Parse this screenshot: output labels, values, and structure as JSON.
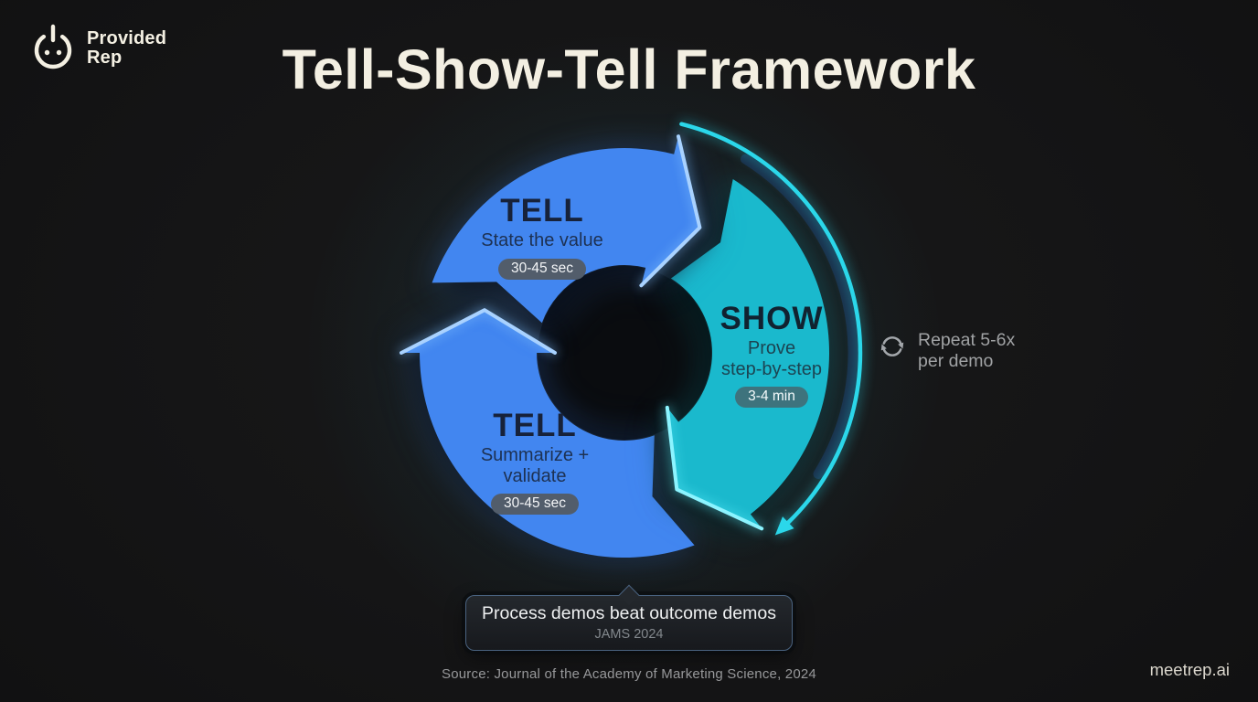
{
  "brand_logo": {
    "name_line1": "Provided",
    "name_line2": "Rep"
  },
  "title": "Tell-Show-Tell Framework",
  "cycle": {
    "segments": [
      {
        "id": "tell-1",
        "title": "TELL",
        "lines": [
          "State the value"
        ],
        "badge": "30-45 sec",
        "fill": "#4286f0",
        "text_color": "#17223a",
        "sub_color": "#1d3152",
        "badge_bg": "#525d6b",
        "badge_text_color": "#f3f5f7",
        "edge_glow": "#a9d2ff"
      },
      {
        "id": "show",
        "title": "SHOW",
        "lines": [
          "Prove",
          "step-by-step"
        ],
        "badge": "3-4 min",
        "fill": "#1ab9cd",
        "text_color": "#112230",
        "sub_color": "#1c4452",
        "badge_bg": "#3e737d",
        "badge_text_color": "#f3fafb",
        "edge_glow": "#8cf4ff"
      },
      {
        "id": "tell-2",
        "title": "TELL",
        "lines": [
          "Summarize +",
          "validate"
        ],
        "badge": "30-45 sec",
        "fill": "#4286f0",
        "text_color": "#17223a",
        "sub_color": "#1d3152",
        "badge_bg": "#525d6b",
        "badge_text_color": "#f3f5f7",
        "edge_glow": "#a9d2ff"
      }
    ],
    "repeat_note": {
      "line1": "Repeat 5-6x",
      "line2": "per demo"
    },
    "arc_color": "#2bd7ea"
  },
  "callout": {
    "text": "Process demos beat outcome demos",
    "source": "JAMS 2024"
  },
  "footer": {
    "source_line": "Source: Journal of the Academy of Marketing Science, 2024",
    "brand": "meetrep.ai"
  },
  "colors": {
    "background": "#151516",
    "title_text": "#f3efe2",
    "logo_text": "#f4f0e3",
    "muted_text": "#a0a2a4",
    "callout_border": "#4a6380",
    "callout_bg": "#1e2226",
    "hole": "#0a0c0f",
    "dark_arc": "#1a3150"
  }
}
